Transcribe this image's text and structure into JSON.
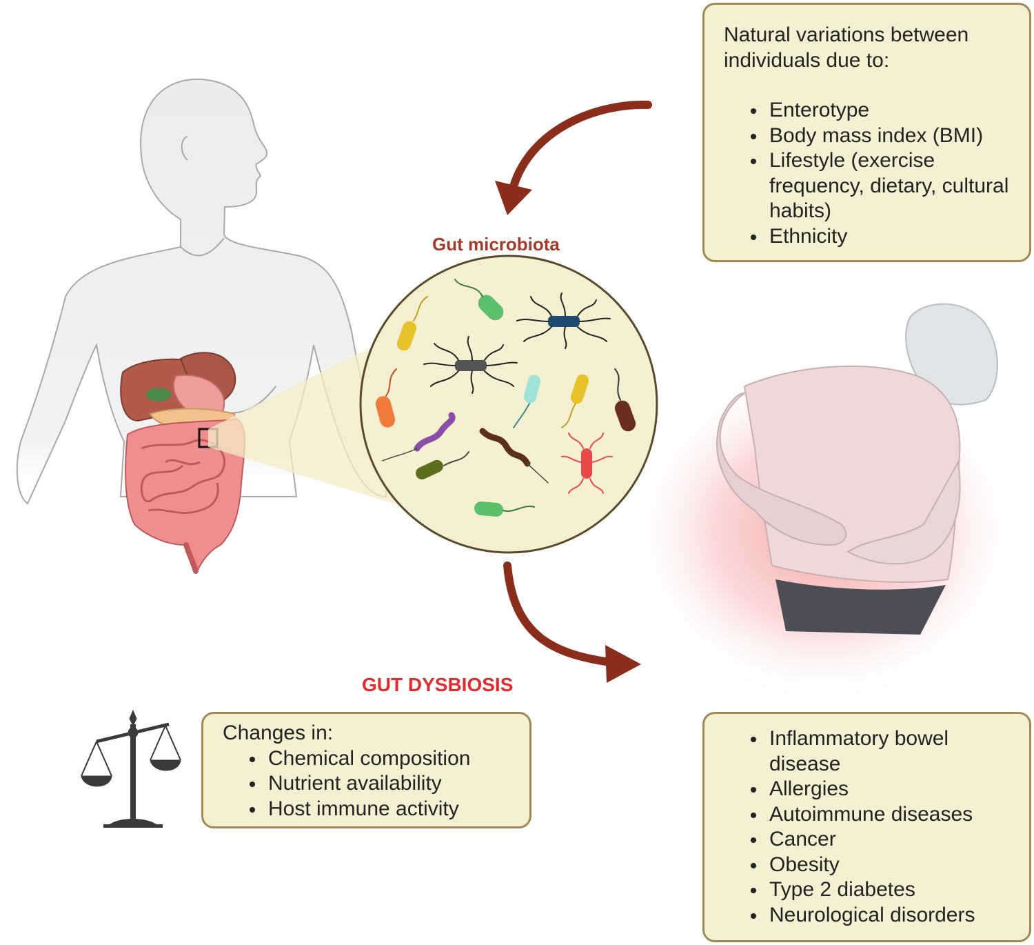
{
  "variations_box": {
    "heading": "Natural variations between individuals due to:",
    "items": [
      "Enterotype",
      "Body mass index (BMI)",
      "Lifestyle (exercise frequency, dietary, cultural habits)",
      "Ethnicity"
    ]
  },
  "microbiota_label": "Gut microbiota",
  "dysbiosis_label": "GUT DYSBIOSIS",
  "changes_box": {
    "heading": "Changes in:",
    "items": [
      "Chemical composition",
      "Nutrient availability",
      "Host immune activity"
    ]
  },
  "diseases_box": {
    "items": [
      "Inflammatory bowel disease",
      "Allergies",
      "Autoimmune diseases",
      "Cancer",
      "Obesity",
      "Type 2 diabetes",
      "Neurological disorders"
    ]
  },
  "colors": {
    "box_fill": "#f5f0d2",
    "box_border": "#9f8a55",
    "arrow": "#8b2d1b",
    "microbiota_label": "#a33b28",
    "dysbiosis_label": "#e32b2d",
    "pain_glow": "#f39a9a"
  },
  "icons": [
    "human-body-silhouette",
    "digestive-system",
    "bacteria-circle",
    "balance-scale-icon",
    "person-with-abdominal-pain"
  ]
}
